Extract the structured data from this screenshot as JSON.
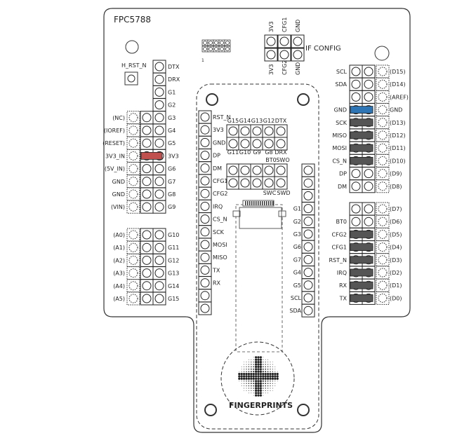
{
  "board": {
    "title": "FPC5788",
    "if_config_label": "IF CONFIG",
    "hrst_label": "H_RST_N",
    "fingerprints_label": "FINGERPRINTS",
    "small_mark": "1"
  },
  "if_config": {
    "top_labels": [
      "3V3",
      "CFG1",
      "GND"
    ],
    "bottom_labels": [
      "3V3",
      "CFG2",
      "GND"
    ]
  },
  "left_header": {
    "outer_labels": [
      "",
      "",
      "",
      "(NC)",
      "(IOREF)",
      "(RESET)",
      "3V3_IN",
      "(5V_IN)",
      "GND",
      "GND",
      "(VIN)"
    ],
    "inner_labels": [
      "DTX",
      "DRX",
      "G1",
      "G2",
      "G3",
      "G4",
      "G5",
      "3V3",
      "G6",
      "G7",
      "G8",
      "G9"
    ],
    "analog_outer": [
      "(A0)",
      "(A1)",
      "(A2)",
      "(A3)",
      "(A4)",
      "(A5)"
    ],
    "analog_inner": [
      "G10",
      "G11",
      "G12",
      "G13",
      "G14",
      "G15"
    ],
    "jumper_color": "#c0504d"
  },
  "mid_left_column": {
    "labels": [
      "RST_N",
      "3V3",
      "GND",
      "DP",
      "DM",
      "CFG1",
      "CFG2",
      "IRQ",
      "CS_N",
      "SCK",
      "MOSI",
      "MISO",
      "TX",
      "RX"
    ]
  },
  "center_block": {
    "top_labels": [
      "G15",
      "G14",
      "G13",
      "G12",
      "DTX"
    ],
    "bottom_labels": [
      "G11",
      "G10",
      "G9",
      "G8",
      "DRX"
    ],
    "row_top_labels": [
      "BT0",
      "SWO"
    ],
    "row_bottom_labels": [
      "SWC",
      "SWD"
    ]
  },
  "mid_right_column": {
    "labels": [
      "G1",
      "G2",
      "G3",
      "G6",
      "G7",
      "G4",
      "G5",
      "SCL",
      "SDA"
    ]
  },
  "right_header": {
    "top_left_labels": [
      "SCL",
      "SDA",
      "",
      "GND",
      "SCK",
      "MISO",
      "MOSI",
      "CS_N",
      "DP",
      "DM"
    ],
    "top_right_labels": [
      "(D15)",
      "(D14)",
      "(AREF)",
      "GND",
      "(D13)",
      "(D12)",
      "(D11)",
      "(D10)",
      "(D9)",
      "(D8)"
    ],
    "bottom_left_labels": [
      "",
      "BT0",
      "CFG2",
      "CFG1",
      "RST_N",
      "IRQ",
      "RX",
      "TX"
    ],
    "bottom_right_labels": [
      "(D7)",
      "(D6)",
      "(D5)",
      "(D4)",
      "(D3)",
      "(D2)",
      "(D1)",
      "(D0)"
    ],
    "gnd_jumper_color": "#2e75b6",
    "jumper_color": "#555555"
  }
}
